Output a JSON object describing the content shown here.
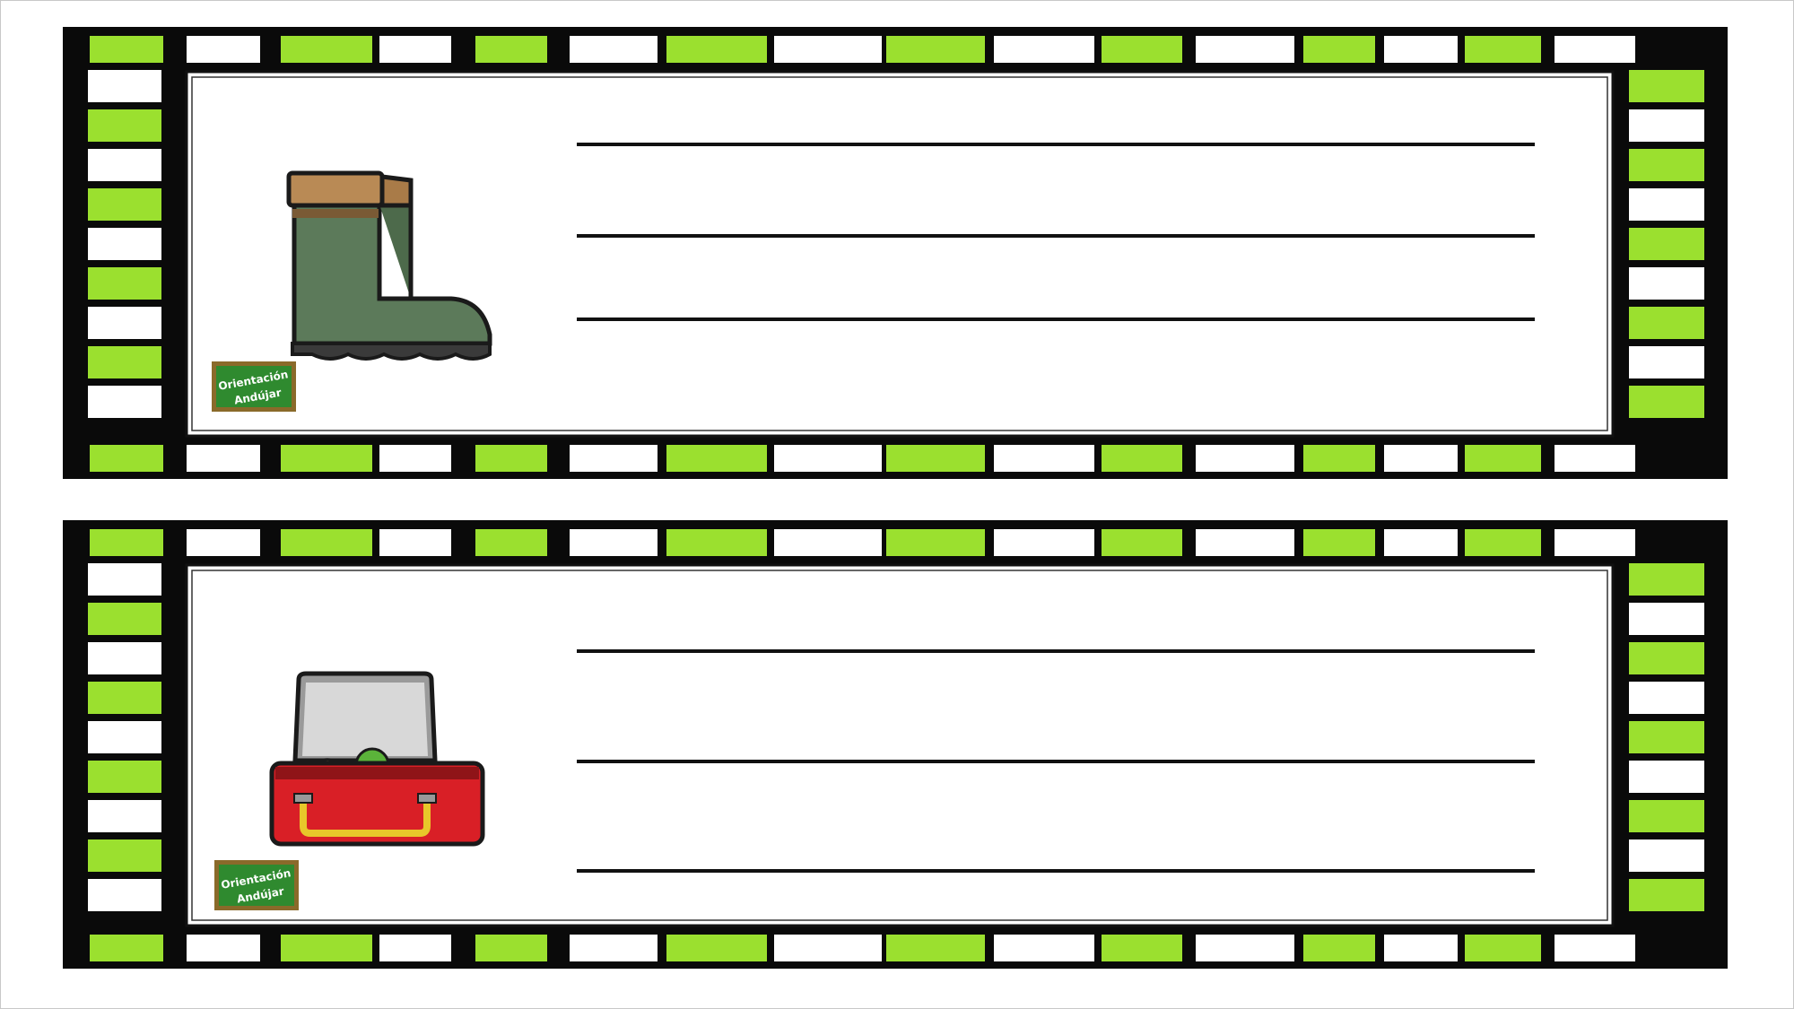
{
  "theme": {
    "accent": "#9be02f",
    "border": "#0a0a0a",
    "chalkboard": "#2f8a2f",
    "chalkboard_frame": "#8a6a2a"
  },
  "cards": [
    {
      "picture": "rubber-boot",
      "logo": {
        "line1": "Orientación",
        "line2": "Andújar"
      },
      "writing_lines": 3
    },
    {
      "picture": "lunchbox",
      "logo": {
        "line1": "Orientación",
        "line2": "Andújar"
      },
      "writing_lines": 3
    }
  ]
}
